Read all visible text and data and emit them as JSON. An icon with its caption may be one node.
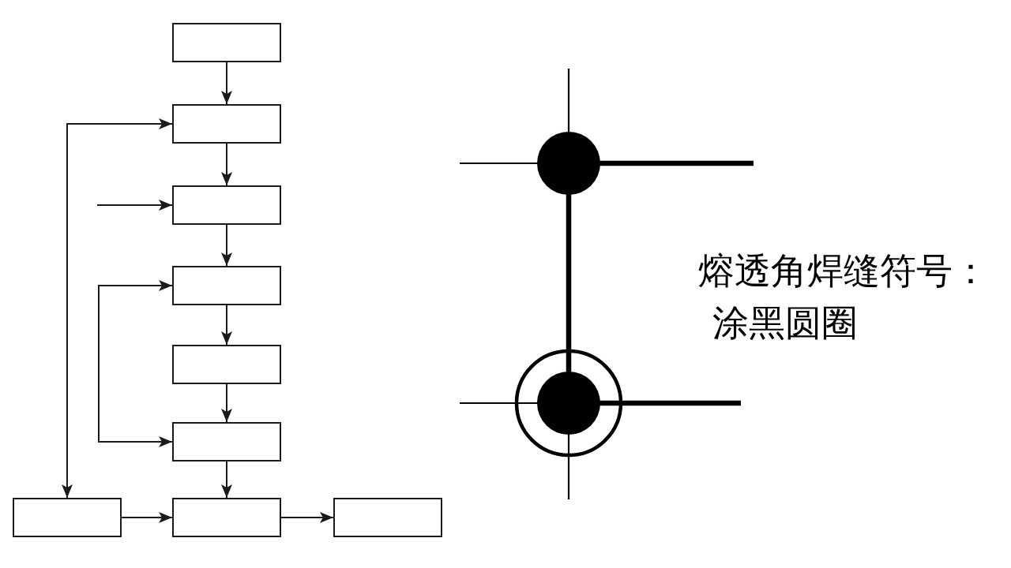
{
  "diagram": {
    "nodes": [
      {
        "text": [],
        "shape": "box"
      },
      {
        "text": [],
        "shape": "box"
      },
      {
        "text": [],
        "shape": "box"
      },
      {
        "text": [],
        "shape": "box"
      },
      {
        "text": [],
        "shape": "box"
      },
      {
        "text": [],
        "shape": "box"
      },
      {
        "text": [],
        "shape": "box"
      },
      {
        "text": [],
        "shape": "box"
      },
      {
        "text": [],
        "shape": "box"
      }
    ],
    "edges": [
      {
        "from": 0,
        "to": 1,
        "arrow": "to"
      },
      {
        "from": 1,
        "to": 2,
        "arrow": "to"
      },
      {
        "from": null,
        "to": 2,
        "arrow": "to"
      },
      {
        "from": 2,
        "to": 3,
        "arrow": "to"
      },
      {
        "from": 3,
        "to": 4,
        "arrow": "to"
      },
      {
        "from": 4,
        "to": 5,
        "arrow": "to"
      },
      {
        "from": 5,
        "to": 7,
        "arrow": "to"
      },
      {
        "from": 6,
        "to": 7,
        "arrow": "to"
      },
      {
        "from": 7,
        "to": 8,
        "arrow": "to"
      },
      {
        "from": 1,
        "to": 6,
        "arrow": "both"
      },
      {
        "from": 3,
        "to": 5,
        "arrow": "both"
      }
    ],
    "labels": [
      "熔透角焊缝符号：涂黑圆圈"
    ]
  }
}
